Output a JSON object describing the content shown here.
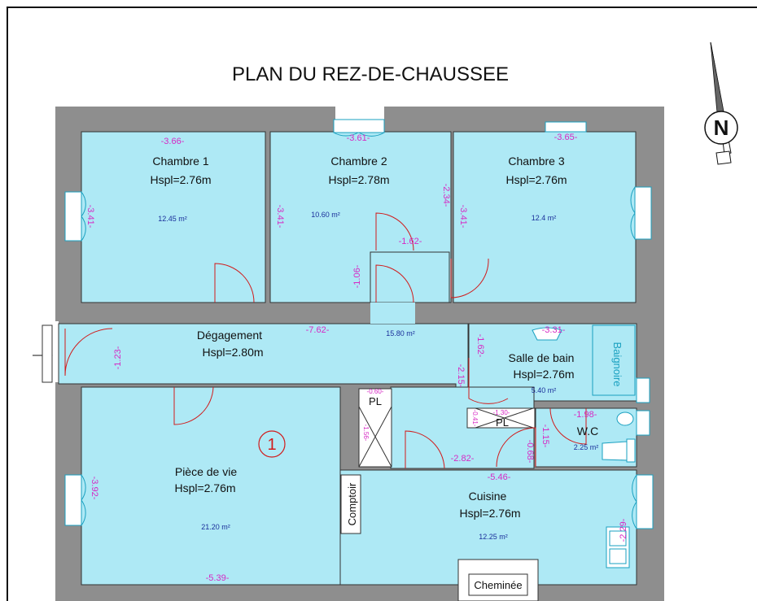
{
  "title": "PLAN DU REZ-DE-CHAUSSEE",
  "compass_label": "N",
  "colors": {
    "room_fill": "#aee9f5",
    "wall": "#8e8e8e",
    "dimension": "#d629c4",
    "area": "#1a2f9a",
    "door": "#d11b1b"
  },
  "rooms": {
    "chambre1": {
      "name": "Chambre 1",
      "height": "Hspl=2.76m",
      "area": "12.45 m²",
      "dim_top": "-3.66-",
      "dim_side": "-3.41-"
    },
    "chambre2": {
      "name": "Chambre 2",
      "height": "Hspl=2.78m",
      "area": "10.60 m²",
      "dim_top": "-3.61-",
      "dim_left": "-3.41-",
      "dim_right": "-2.34-",
      "dim_door": "-1.62-",
      "dim_lower": "-1.06-"
    },
    "chambre3": {
      "name": "Chambre 3",
      "height": "Hspl=2.76m",
      "area": "12.4 m²",
      "dim_top": "-3.65-",
      "dim_side": "-3.41-"
    },
    "degagement": {
      "name": "Dégagement",
      "height": "Hspl=2.80m",
      "area": "15.80 m²",
      "dim_long": "-7.62-",
      "dim_side": "-1.23-"
    },
    "salle_de_bain": {
      "name": "Salle de bain",
      "height": "Hspl=2.76m",
      "area": "5.40 m²",
      "dim_top": "-3.31-",
      "dim_side": "-1.62-",
      "bathtub": "Baignoire"
    },
    "wc": {
      "name": "W.C",
      "area": "2.25 m²",
      "dim_top": "-1.98-",
      "dim_a": "-1.15-",
      "dim_b": "-0.68-"
    },
    "piece_de_vie": {
      "name": "Pièce de vie",
      "height": "Hspl=2.76m",
      "area": "21.20 m²",
      "dim_side": "-3.92-",
      "dim_bottom": "-5.39-",
      "marker": "1"
    },
    "cuisine": {
      "name": "Cuisine",
      "height": "Hspl=2.76m",
      "area": "12.25 m²",
      "dim_top": "-5.46-",
      "dim_side": "-2.29-",
      "dim_upper": "-2.82-"
    }
  },
  "fixtures": {
    "pl_upper": "PL",
    "pl_upper_dim": "-0.60-",
    "pl_upper_side": "-1.56-",
    "pl_lower": "PL",
    "pl_lower_dim": "-1.30-",
    "pl_lower_side": "-0.41-",
    "dim_215": "-2.15-",
    "comptoir": "Comptoir",
    "cheminee": "Cheminée"
  }
}
